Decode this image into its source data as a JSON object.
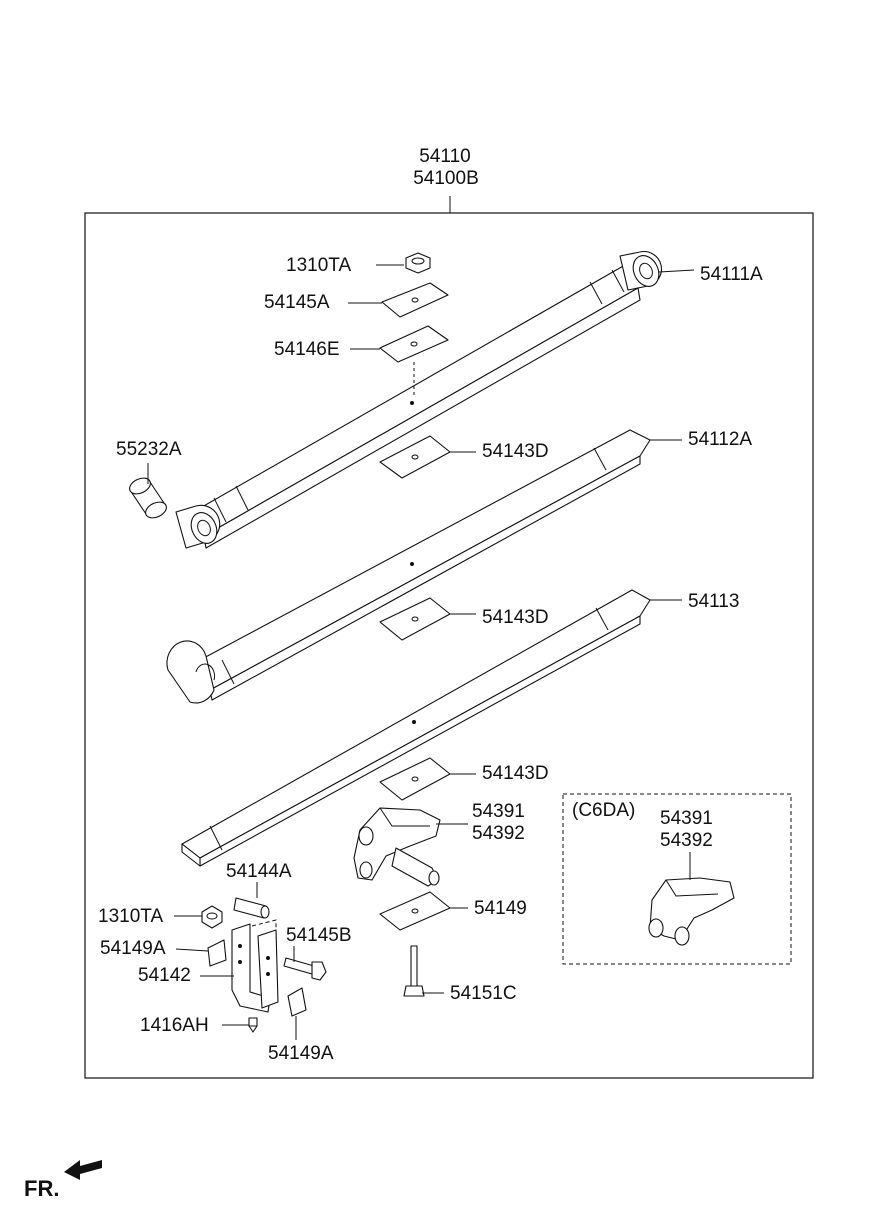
{
  "assembly": {
    "number_1": "54110",
    "number_2": "54100B"
  },
  "callouts": {
    "nut_top": "1310TA",
    "leaf_1_eye": "54111A",
    "plate_54145a": "54145A",
    "plate_54146e": "54146E",
    "bushing": "55232A",
    "pad_1": "54143D",
    "leaf_2_tip": "54112A",
    "pad_2": "54143D",
    "leaf_3_tip": "54113",
    "pad_3": "54143D",
    "bracket_1": "54391",
    "bracket_2": "54392",
    "pin": "54144A",
    "nut_lower": "1310TA",
    "bolt_54145b": "54145B",
    "clip_left": "54149A",
    "shackle": "54142",
    "plate_54149": "54149",
    "bolt_54151c": "54151C",
    "small_bolt": "1416AH",
    "clip_bottom": "54149A"
  },
  "variant": {
    "code": "(C6DA)",
    "bracket_1": "54391",
    "bracket_2": "54392"
  },
  "footer": {
    "direction": "FR."
  },
  "icons": {
    "direction_arrow": "arrow-left-icon"
  }
}
